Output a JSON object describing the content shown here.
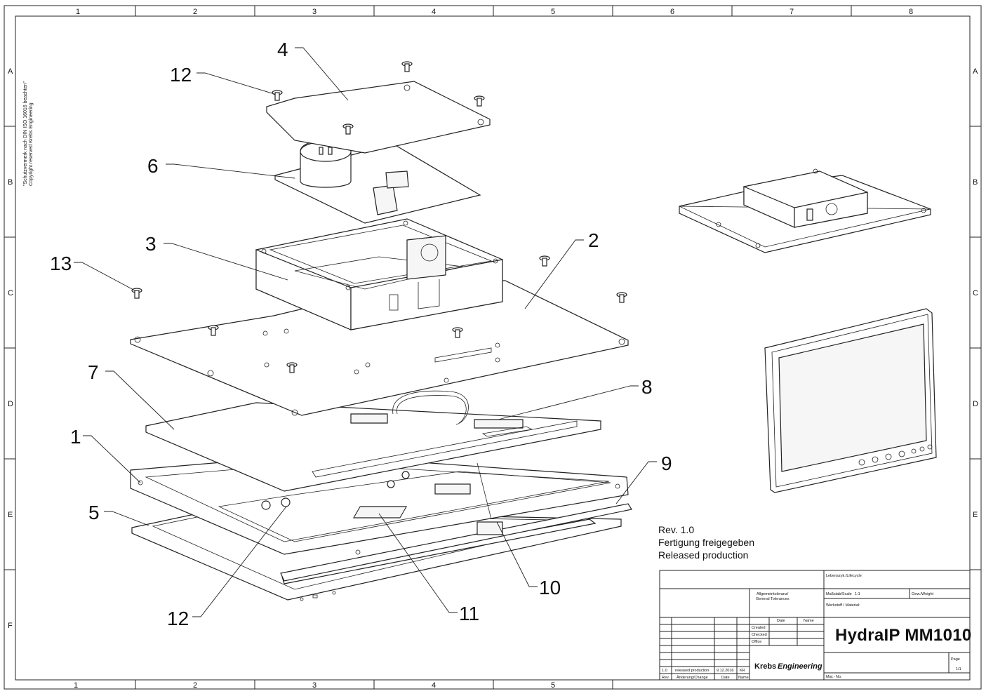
{
  "zones": {
    "columns": [
      "1",
      "2",
      "3",
      "4",
      "5",
      "6",
      "7",
      "8"
    ],
    "rows": [
      "A",
      "B",
      "C",
      "D",
      "E",
      "F"
    ]
  },
  "copyright": {
    "line1": "\"Schutzvermerk nach DIN ISO 16016 beachten\"",
    "line2": "Copyright reserved Krebs Engineering"
  },
  "callouts": [
    "4",
    "12",
    "6",
    "3",
    "2",
    "13",
    "7",
    "8",
    "1",
    "9",
    "5",
    "10",
    "11",
    "12"
  ],
  "revision_note": {
    "line1": "Rev. 1.0",
    "line2": "Fertigung freigegeben",
    "line3": "Released production"
  },
  "title_block": {
    "lifecycle_label": "Lebenszyk./Lifecycle",
    "tolerance_label_1": "Allgemeintoleranz/",
    "tolerance_label_2": "General Tolerances",
    "scale_label": "Maßstab/Scale",
    "scale_value": "1:1",
    "weight_label": "Gew./Weight",
    "material_label": "Werkstoff / Material:",
    "date_header": "Date",
    "name_header": "Name",
    "created_label": "Created",
    "checked_label": "Checked",
    "office_label": "Office",
    "title": "HydraIP MM1010",
    "company_1": "Krebs",
    "company_2": "Engineering",
    "page_label": "Page",
    "page_value": "1/1",
    "mat_no_label": "Mat.- No.",
    "rev_value": "1.0",
    "rev_desc": "released production",
    "rev_date": "9.12.2016",
    "rev_name": "KR",
    "rev_header": "Rev.",
    "change_header": "Änderung/Change",
    "rev_date_header": "Date",
    "rev_name_header": "Name"
  }
}
